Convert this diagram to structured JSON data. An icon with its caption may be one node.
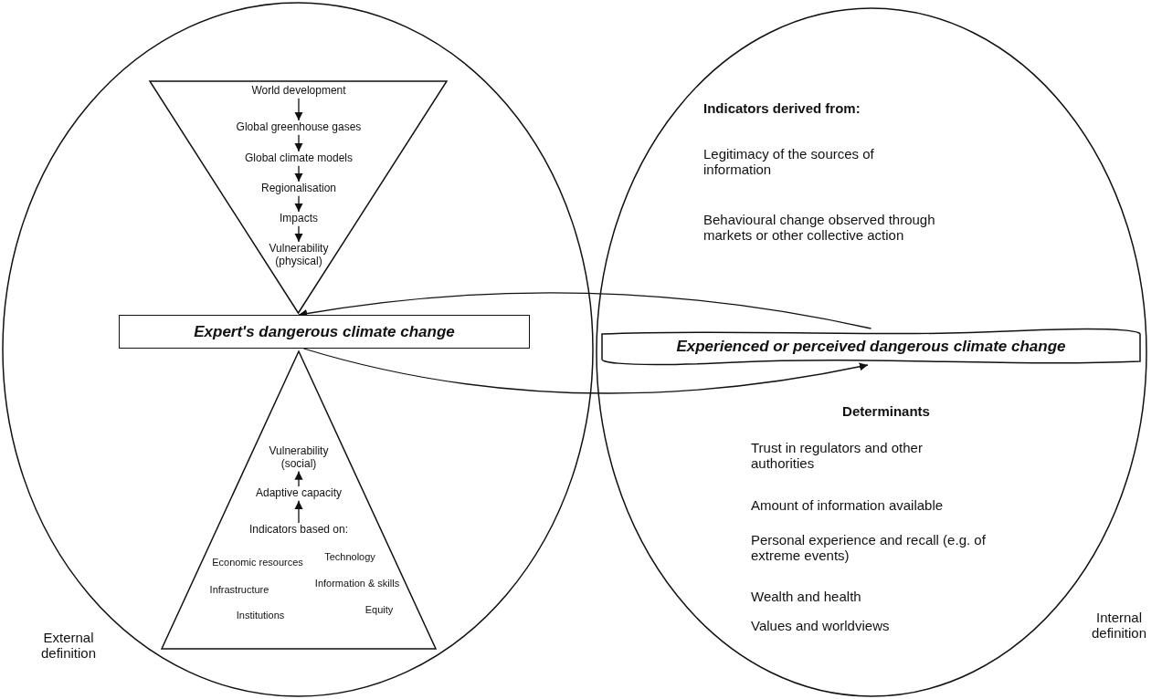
{
  "diagram": {
    "nodes": [
      {
        "text": [],
        "shape": "ellipse",
        "beside": [
          "External definition"
        ]
      },
      {
        "text": [],
        "shape": "triangle",
        "in": 0
      },
      {
        "text": [
          "World development"
        ],
        "in": 1
      },
      {
        "text": [
          "Global greenhouse gases"
        ],
        "in": 1
      },
      {
        "text": [
          "Global climate models"
        ],
        "in": 1
      },
      {
        "text": [
          "Regionalisation"
        ],
        "in": 1
      },
      {
        "text": [
          "Impacts"
        ],
        "in": 1
      },
      {
        "text": [
          "Vulnerability (physical)"
        ],
        "in": 1
      },
      {
        "text": [
          "Expert's dangerous climate change"
        ],
        "in": 0
      },
      {
        "text": [],
        "shape": "triangle",
        "in": 0
      },
      {
        "text": [
          "Vulnerability (social)"
        ],
        "in": 9
      },
      {
        "text": [
          "Adaptive capacity"
        ],
        "in": 9
      },
      {
        "text": [
          "Indicators based on:"
        ],
        "in": 9
      },
      {
        "text": [
          "Economic resources"
        ],
        "in": 9
      },
      {
        "text": [
          "Technology"
        ],
        "in": 9
      },
      {
        "text": [
          "Infrastructure"
        ],
        "in": 9
      },
      {
        "text": [
          "Information & skills"
        ],
        "in": 9
      },
      {
        "text": [
          "Institutions"
        ],
        "in": 9
      },
      {
        "text": [
          "Equity"
        ],
        "in": 9
      },
      {
        "text": [],
        "shape": "ellipse",
        "beside": [
          "Internal definition"
        ]
      },
      {
        "text": [
          "Indicators derived from:"
        ],
        "in": 19
      },
      {
        "text": [
          "Legitimacy of the sources of information"
        ],
        "in": 19
      },
      {
        "text": [
          "Behavioural change observed through markets or other collective action"
        ],
        "in": 19
      },
      {
        "text": [
          "Experienced or perceived dangerous climate change"
        ],
        "in": 19
      },
      {
        "text": [
          "Determinants"
        ],
        "in": 19
      },
      {
        "text": [
          "Trust in regulators and other authorities"
        ],
        "in": 19
      },
      {
        "text": [
          "Amount of information available"
        ],
        "in": 19
      },
      {
        "text": [
          "Personal experience and recall (e.g. of extreme events)"
        ],
        "in": 19
      },
      {
        "text": [
          "Wealth and health"
        ],
        "in": 19
      },
      {
        "text": [
          "Values and worldviews"
        ],
        "in": 19
      }
    ],
    "edges": [
      {
        "from": 2,
        "to": 3,
        "arrow": "to"
      },
      {
        "from": 3,
        "to": 4,
        "arrow": "to"
      },
      {
        "from": 4,
        "to": 5,
        "arrow": "to"
      },
      {
        "from": 5,
        "to": 6,
        "arrow": "to"
      },
      {
        "from": 6,
        "to": 7,
        "arrow": "to"
      },
      {
        "from": 12,
        "to": 11,
        "arrow": "to"
      },
      {
        "from": 11,
        "to": 10,
        "arrow": "to"
      },
      {
        "from": 23,
        "to": 8,
        "arrow": "to"
      },
      {
        "from": 8,
        "to": 23,
        "arrow": "to"
      }
    ]
  }
}
